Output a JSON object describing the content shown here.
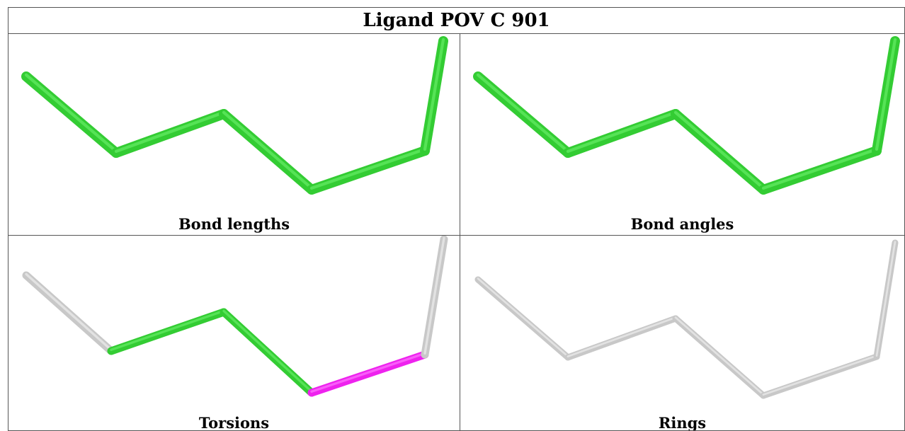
{
  "title": "Ligand POV C 901",
  "panels": [
    {
      "caption": "Bond lengths",
      "segment_colors": [
        "green",
        "green",
        "green",
        "green",
        "green",
        "green"
      ]
    },
    {
      "caption": "Bond angles",
      "segment_colors": [
        "green",
        "green",
        "green",
        "green",
        "green",
        "green"
      ]
    },
    {
      "caption": "Torsions",
      "segment_colors": [
        "gray",
        "green",
        "green",
        "magenta",
        "gray",
        "gray"
      ]
    },
    {
      "caption": "Rings",
      "segment_colors": [
        "gray",
        "gray",
        "gray",
        "gray",
        "gray",
        "gray"
      ]
    }
  ],
  "colors": {
    "green": "#33cc33",
    "green_highlight": "#66ee66",
    "gray": "#c8c8c8",
    "gray_highlight": "#eeeeee",
    "magenta": "#ee22ee",
    "magenta_highlight": "#ff77ff"
  }
}
